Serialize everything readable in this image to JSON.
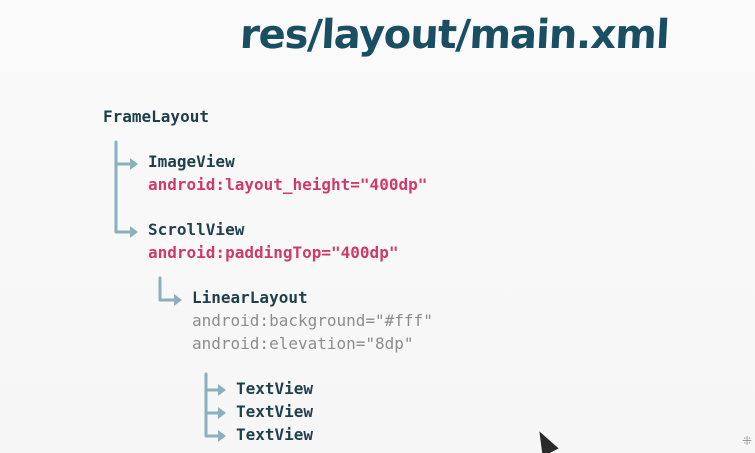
{
  "title": "res/layout/main.xml",
  "tree": {
    "root": "FrameLayout",
    "image_view": {
      "name": "ImageView",
      "attr": "android:layout_height=\"400dp\""
    },
    "scroll_view": {
      "name": "ScrollView",
      "attr": "android:paddingTop=\"400dp\""
    },
    "linear_layout": {
      "name": "LinearLayout",
      "attrs": [
        "android:background=\"#fff\"",
        "android:elevation=\"8dp\""
      ]
    },
    "text_views": [
      "TextView",
      "TextView",
      "TextView"
    ]
  },
  "colors": {
    "title": "#1a4f63",
    "node": "#1f3f4d",
    "highlight_attr": "#d03a6b",
    "dim_attr": "#8c8c8c",
    "arrow": "#8ab0bd"
  }
}
